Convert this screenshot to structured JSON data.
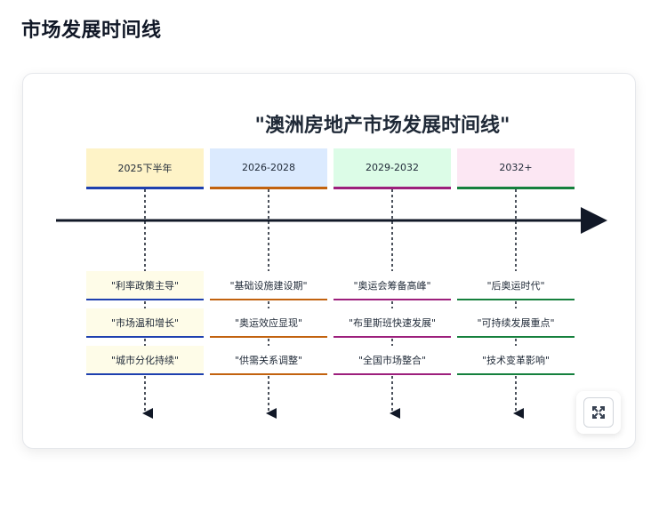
{
  "page": {
    "title": "市场发展时间线"
  },
  "diagram": {
    "title": "\"澳洲房地产市场发展时间线\"",
    "periods": [
      {
        "label": "2025下半年",
        "bg": "#fef3c7",
        "accent": "#1e40af",
        "events": [
          "\"利率政策主导\"",
          "\"市场温和增长\"",
          "\"城市分化持续\""
        ],
        "event_bg": "#fefce8"
      },
      {
        "label": "2026-2028",
        "bg": "#dbeafe",
        "accent": "#c2620e",
        "events": [
          "\"基础设施建设期\"",
          "\"奥运效应显现\"",
          "\"供需关系调整\""
        ],
        "event_bg": "#ffffff"
      },
      {
        "label": "2029-2032",
        "bg": "#dcfce7",
        "accent": "#9d1f7c",
        "events": [
          "\"奥运会筹备高峰\"",
          "\"布里斯班快速发展\"",
          "\"全国市场整合\""
        ],
        "event_bg": "#ffffff"
      },
      {
        "label": "2032+",
        "bg": "#fce7f3",
        "accent": "#15803d",
        "events": [
          "\"后奥运时代\"",
          "\"可持续发展重点\"",
          "\"技术变革影响\""
        ],
        "event_bg": "#ffffff"
      }
    ]
  },
  "icons": {
    "expand": "expand-arrows-icon"
  }
}
